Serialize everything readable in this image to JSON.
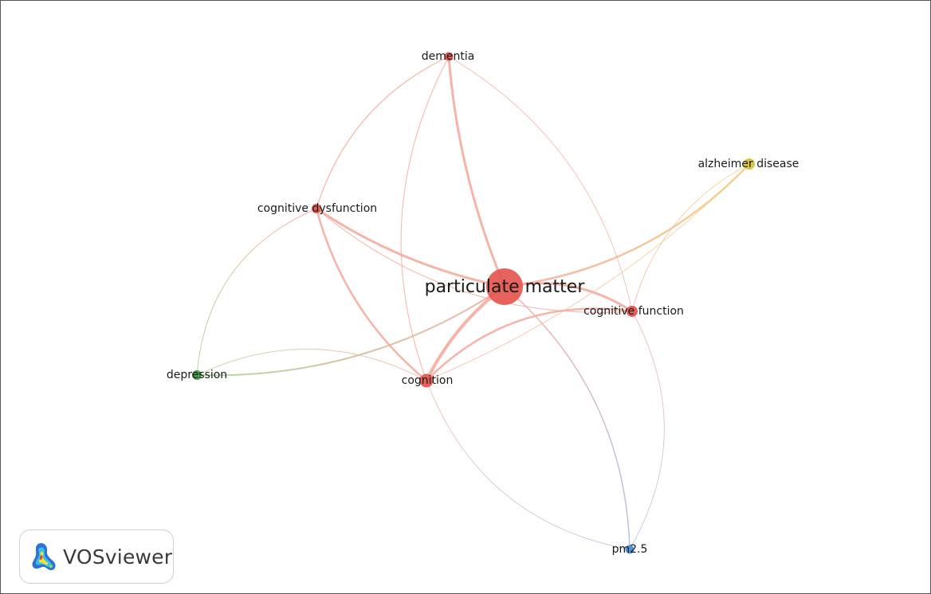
{
  "network": {
    "nodes": [
      {
        "id": "particulate_matter",
        "label": "particulate matter",
        "cluster": "red",
        "weight": 10
      },
      {
        "id": "dementia",
        "label": "dementia",
        "cluster": "red",
        "weight": 3
      },
      {
        "id": "cognitive_dysfunction",
        "label": "cognitive dysfunction",
        "cluster": "red",
        "weight": 3
      },
      {
        "id": "cognitive_function",
        "label": "cognitive function",
        "cluster": "red",
        "weight": 3.5
      },
      {
        "id": "cognition",
        "label": "cognition",
        "cluster": "red",
        "weight": 4
      },
      {
        "id": "alzheimer_disease",
        "label": "alzheimer disease",
        "cluster": "yellow",
        "weight": 3.5
      },
      {
        "id": "depression",
        "label": "depression",
        "cluster": "green",
        "weight": 3
      },
      {
        "id": "pm2_5",
        "label": "pm2.5",
        "cluster": "blue",
        "weight": 2.5
      }
    ],
    "edges": [
      {
        "source": "particulate_matter",
        "target": "dementia",
        "strength": 3
      },
      {
        "source": "particulate_matter",
        "target": "cognitive_dysfunction",
        "strength": 3
      },
      {
        "source": "particulate_matter",
        "target": "cognitive_function",
        "strength": 3
      },
      {
        "source": "particulate_matter",
        "target": "cognition",
        "strength": 4
      },
      {
        "source": "particulate_matter",
        "target": "alzheimer_disease",
        "strength": 2.5
      },
      {
        "source": "particulate_matter",
        "target": "depression",
        "strength": 2
      },
      {
        "source": "particulate_matter",
        "target": "pm2_5",
        "strength": 1.5
      },
      {
        "source": "dementia",
        "target": "cognitive_dysfunction",
        "strength": 1.2
      },
      {
        "source": "dementia",
        "target": "cognition",
        "strength": 1
      },
      {
        "source": "dementia",
        "target": "cognitive_function",
        "strength": 0.8
      },
      {
        "source": "cognitive_dysfunction",
        "target": "cognition",
        "strength": 2.5
      },
      {
        "source": "cognitive_dysfunction",
        "target": "cognitive_function",
        "strength": 1
      },
      {
        "source": "cognitive_dysfunction",
        "target": "depression",
        "strength": 1
      },
      {
        "source": "cognition",
        "target": "cognitive_function",
        "strength": 2.5
      },
      {
        "source": "cognition",
        "target": "depression",
        "strength": 0.8
      },
      {
        "source": "cognition",
        "target": "pm2_5",
        "strength": 0.8
      },
      {
        "source": "cognitive_function",
        "target": "pm2_5",
        "strength": 0.8
      },
      {
        "source": "cognitive_function",
        "target": "alzheimer_disease",
        "strength": 0.8
      },
      {
        "source": "cognition",
        "target": "alzheimer_disease",
        "strength": 0.6
      }
    ]
  },
  "colors": {
    "red": "#e4574f",
    "yellow": "#d8c23a",
    "green": "#3f9a3f",
    "blue": "#4a90d9",
    "edge_red": "#f4a79a",
    "edge_yellow": "#f1cf7f",
    "edge_green": "#a9cf96",
    "edge_blue": "#a8b8e6"
  },
  "logo": {
    "icon": "vosviewer-logo-icon",
    "text": "VOSviewer"
  }
}
